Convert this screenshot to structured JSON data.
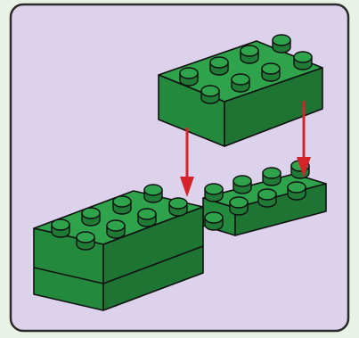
{
  "colors": {
    "background": "#e8f2e6",
    "panel": "#dcd2ec",
    "frame": "#2b2b2b",
    "brick_top": "#2fa34b",
    "brick_front": "#238a3d",
    "brick_side": "#1d7433",
    "stud_top": "#2fa34b",
    "stud_side": "#1f7a36",
    "arrow": "#d4242a",
    "outline": "#111111"
  },
  "illustration": {
    "icon": "brick-assembly-icon",
    "bricks": [
      {
        "role": "upper brick",
        "studs_long": 4,
        "studs_wide": 2
      },
      {
        "role": "lower left brick",
        "studs_long": 4,
        "studs_wide": 2
      },
      {
        "role": "lower right plate",
        "studs_long": 4,
        "studs_wide": 2
      }
    ],
    "arrows": [
      {
        "direction": "down"
      },
      {
        "direction": "down"
      }
    ]
  }
}
